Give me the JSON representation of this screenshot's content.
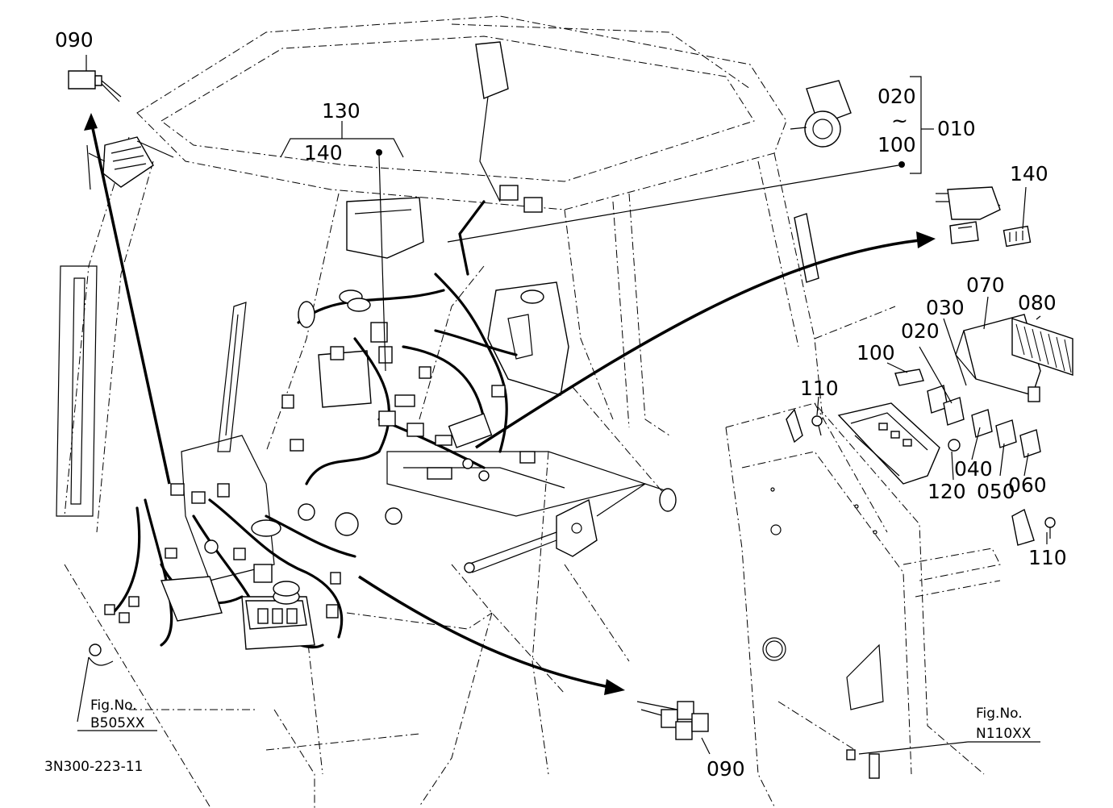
{
  "diagram": {
    "drawing_code": "3N300-223-11",
    "parts": [
      {
        "id": "p090a",
        "number": "090"
      },
      {
        "id": "p130",
        "number": "130"
      },
      {
        "id": "p140a",
        "number": "140"
      },
      {
        "id": "p020a",
        "number": "020"
      },
      {
        "id": "ptilde",
        "number": "~"
      },
      {
        "id": "p100a",
        "number": "100"
      },
      {
        "id": "p010",
        "number": "010"
      },
      {
        "id": "p140b",
        "number": "140"
      },
      {
        "id": "p070",
        "number": "070"
      },
      {
        "id": "p080",
        "number": "080"
      },
      {
        "id": "p030",
        "number": "030"
      },
      {
        "id": "p020b",
        "number": "020"
      },
      {
        "id": "p100b",
        "number": "100"
      },
      {
        "id": "p110a",
        "number": "110"
      },
      {
        "id": "p040",
        "number": "040"
      },
      {
        "id": "p120",
        "number": "120"
      },
      {
        "id": "p050",
        "number": "050"
      },
      {
        "id": "p060",
        "number": "060"
      },
      {
        "id": "p110b",
        "number": "110"
      },
      {
        "id": "p090b",
        "number": "090"
      }
    ],
    "figure_refs": [
      {
        "label": "Fig.No.",
        "code": "B505XX"
      },
      {
        "label": "Fig.No.",
        "code": "N110XX"
      }
    ]
  }
}
